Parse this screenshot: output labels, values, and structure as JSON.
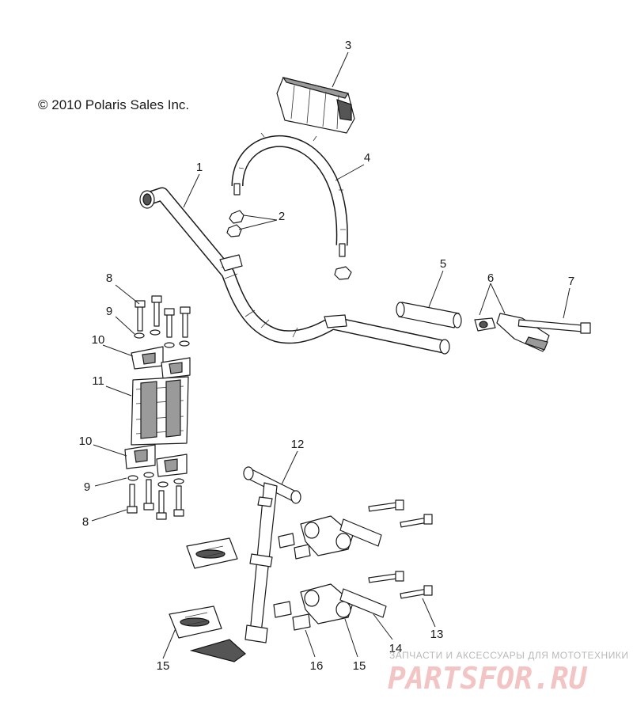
{
  "copyright": "© 2010 Polaris Sales Inc.",
  "callouts": {
    "c1": "1",
    "c2": "2",
    "c3": "3",
    "c4": "4",
    "c5": "5",
    "c6": "6",
    "c7": "7",
    "c8a": "8",
    "c8b": "8",
    "c9a": "9",
    "c9b": "9",
    "c10a": "10",
    "c10b": "10",
    "c11": "11",
    "c12": "12",
    "c13": "13",
    "c14": "14",
    "c15a": "15",
    "c15b": "15",
    "c16": "16"
  },
  "watermark": {
    "tagline": "ЗАПЧАСТИ И АКСЕССУАРЫ ДЛЯ МОТОТЕХНИКИ",
    "brand": "PARTSFOR.RU"
  },
  "colors": {
    "line": "#1a1a1a",
    "watermark_red": "#f3c4c4",
    "watermark_gray": "#b9b9b9"
  }
}
